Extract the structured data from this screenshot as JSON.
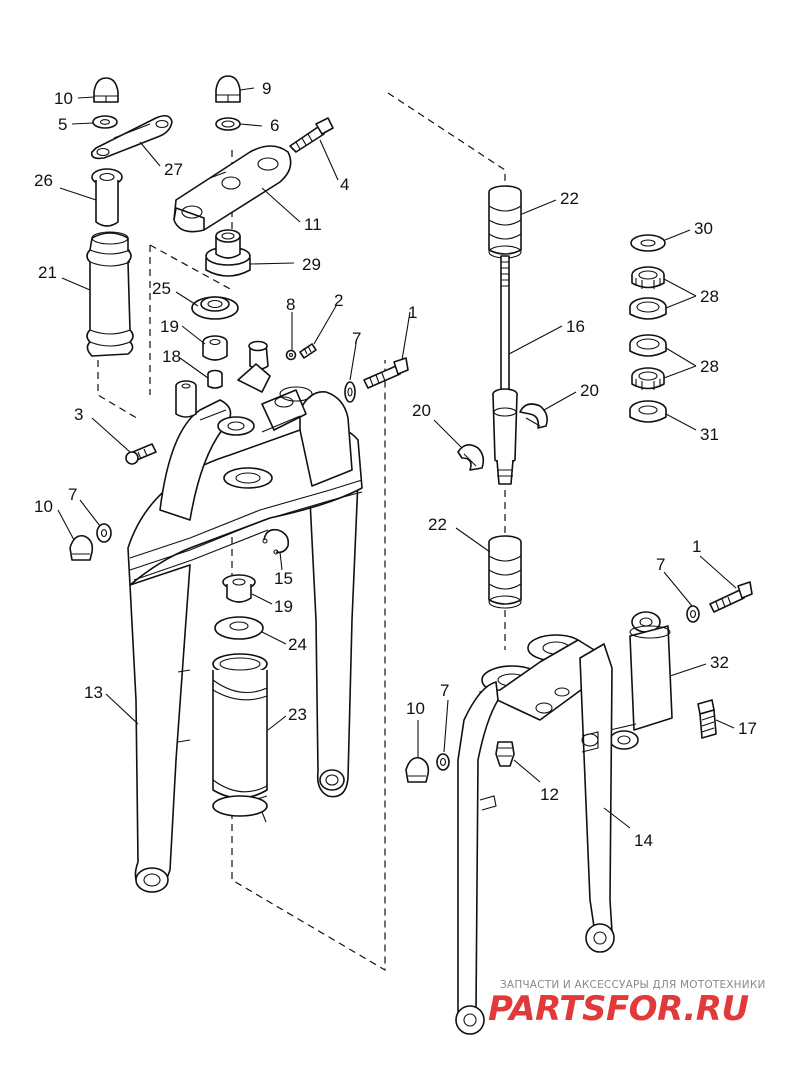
{
  "diagram": {
    "callouts": [
      {
        "id": "c10a",
        "text": "10"
      },
      {
        "id": "c5",
        "text": "5"
      },
      {
        "id": "c27",
        "text": "27"
      },
      {
        "id": "c26",
        "text": "26"
      },
      {
        "id": "c9",
        "text": "9"
      },
      {
        "id": "c6",
        "text": "6"
      },
      {
        "id": "c4",
        "text": "4"
      },
      {
        "id": "c11",
        "text": "11"
      },
      {
        "id": "c29",
        "text": "29"
      },
      {
        "id": "c21",
        "text": "21"
      },
      {
        "id": "c25",
        "text": "25"
      },
      {
        "id": "c8",
        "text": "8"
      },
      {
        "id": "c2",
        "text": "2"
      },
      {
        "id": "c19a",
        "text": "19"
      },
      {
        "id": "c18",
        "text": "18"
      },
      {
        "id": "c7a",
        "text": "7"
      },
      {
        "id": "c1a",
        "text": "1"
      },
      {
        "id": "c3",
        "text": "3"
      },
      {
        "id": "c10b",
        "text": "10"
      },
      {
        "id": "c7b",
        "text": "7"
      },
      {
        "id": "c15",
        "text": "15"
      },
      {
        "id": "c19b",
        "text": "19"
      },
      {
        "id": "c24",
        "text": "24"
      },
      {
        "id": "c23",
        "text": "23"
      },
      {
        "id": "c13",
        "text": "13"
      },
      {
        "id": "c22a",
        "text": "22"
      },
      {
        "id": "c16",
        "text": "16"
      },
      {
        "id": "c20a",
        "text": "20"
      },
      {
        "id": "c20b",
        "text": "20"
      },
      {
        "id": "c22b",
        "text": "22"
      },
      {
        "id": "c30",
        "text": "30"
      },
      {
        "id": "c28a",
        "text": "28"
      },
      {
        "id": "c28b",
        "text": "28"
      },
      {
        "id": "c31",
        "text": "31"
      },
      {
        "id": "c1b",
        "text": "1"
      },
      {
        "id": "c7c",
        "text": "7"
      },
      {
        "id": "c32",
        "text": "32"
      },
      {
        "id": "c17",
        "text": "17"
      },
      {
        "id": "c10c",
        "text": "10"
      },
      {
        "id": "c7d",
        "text": "7"
      },
      {
        "id": "c12",
        "text": "12"
      },
      {
        "id": "c14",
        "text": "14"
      }
    ]
  },
  "watermark": {
    "tagline": "ЗАПЧАСТИ И АКСЕССУАРЫ ДЛЯ МОТОТЕХНИКИ",
    "logo": "PARTSFOR.RU"
  },
  "colors": {
    "line": "#111111",
    "background": "#ffffff",
    "watermark_red": "#e23a3a",
    "watermark_gray": "#8a8a8a"
  }
}
